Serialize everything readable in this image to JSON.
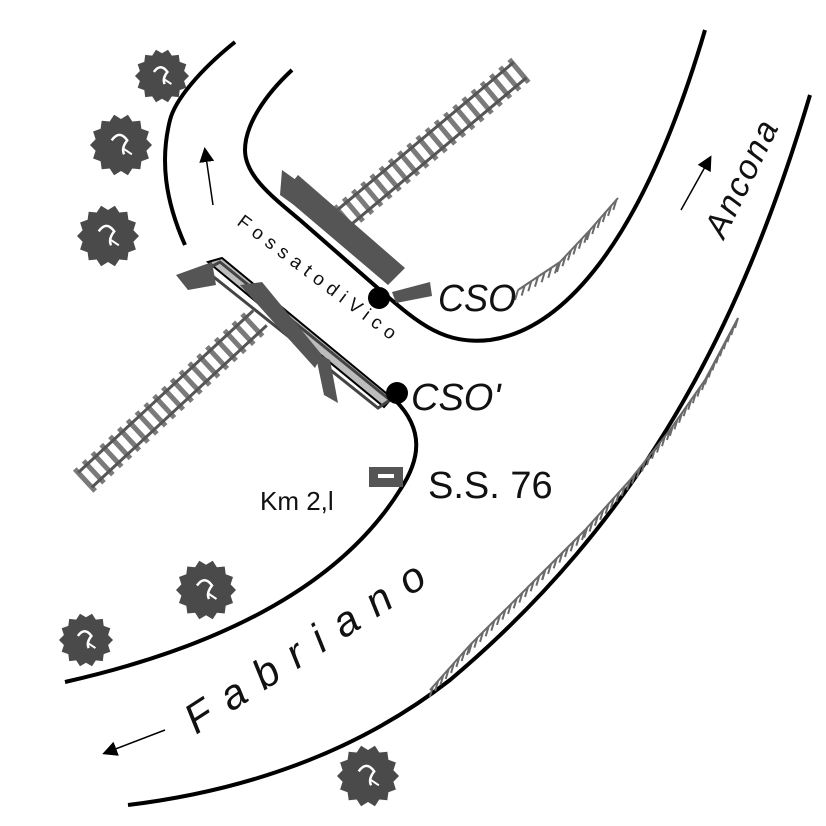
{
  "labels": {
    "cso": "CSO",
    "cso_prime": "CSO'",
    "road_name": "S.S. 76",
    "km_marker": "Km 2,l",
    "branch_road": "FossatodiVico",
    "direction_ancona": "Ancona",
    "direction_fabriano": "Fabriano"
  },
  "colors": {
    "road_edge": "#000000",
    "bridge": "#555555",
    "rail": "#7a7a7a",
    "tree": "#4a4a4a",
    "embankment": "#6a6a6a"
  }
}
